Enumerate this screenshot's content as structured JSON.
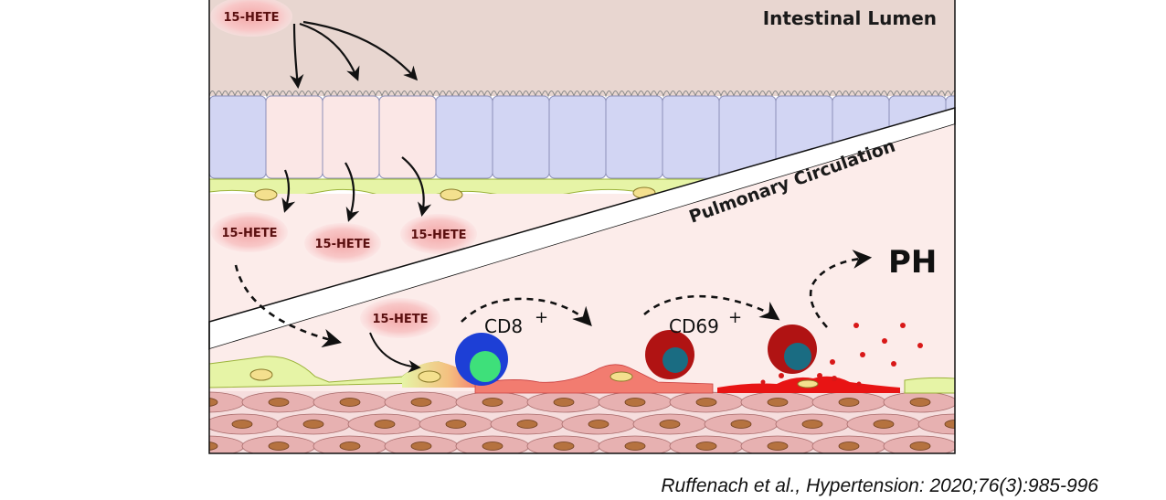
{
  "figure": {
    "lumen_label": "Intestinal Lumen",
    "circulation_label": "Pulmonary Circulation",
    "hete_label": "15-HETE",
    "cd8_label": "CD8",
    "cd69_label": "CD69",
    "plus_sign": "+",
    "outcome_label": "PH"
  },
  "citation": "Ruffenach et al., Hypertension: 2020;76(3):985-996",
  "colors": {
    "lumen_bg": "#e8d6d0",
    "epithelium_blue": "#d2d5f3",
    "epithelium_pink": "#fbe7e6",
    "endothelium_green": "#e6f4a6",
    "tissue_pink": "#fcecea",
    "smooth_muscle": "#e7b1b1",
    "hete_blob": "#f6b8b8",
    "cd8_outer": "#1d3fd6",
    "cd8_inner": "#3ee07a",
    "cd69_outer": "#b01313",
    "cd69_inner": "#1a6c82",
    "damage_red": "#e81414"
  }
}
